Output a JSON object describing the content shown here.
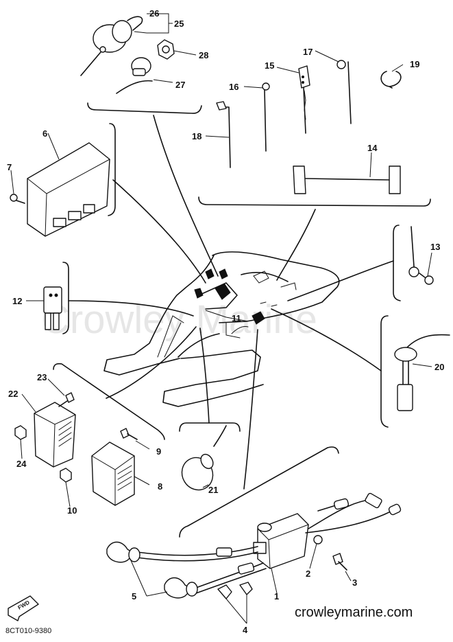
{
  "watermark": "Crowley Marine",
  "footer": {
    "url": "crowleymarine.com",
    "drawing_code": "8CT010-9380",
    "fwd_label": "FWD"
  },
  "callouts": {
    "c1": "1",
    "c2": "2",
    "c3": "3",
    "c4": "4",
    "c5": "5",
    "c6": "6",
    "c7": "7",
    "c8": "8",
    "c9": "9",
    "c10": "10",
    "c11": "11",
    "c12": "12",
    "c13": "13",
    "c14": "14",
    "c15": "15",
    "c16": "16",
    "c17": "17",
    "c18": "18",
    "c19": "19",
    "c20": "20",
    "c21": "21",
    "c22": "22",
    "c23": "23",
    "c24": "24",
    "c25": "25",
    "c26": "26",
    "c27": "27",
    "c28": "28"
  }
}
